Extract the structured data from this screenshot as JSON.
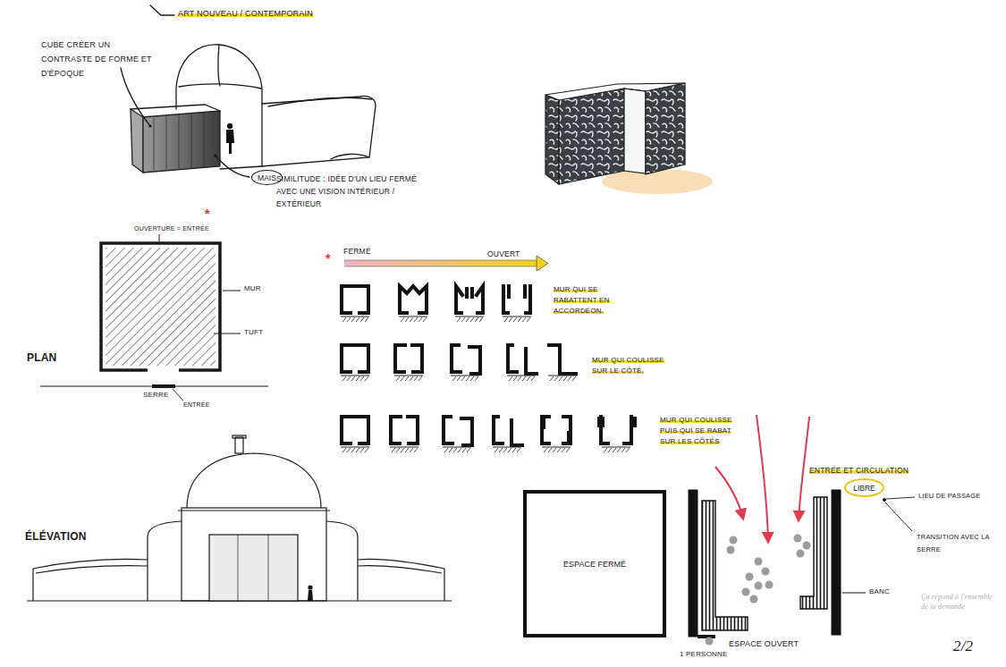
{
  "diagram": {
    "nodes": [
      {
        "text": [
          "MAIS"
        ]
      },
      {
        "text": [
          "ESPACE FERMÉ"
        ]
      },
      {
        "text": [
          "LIBRE"
        ]
      }
    ],
    "labels": [
      "ART NOUVEAU / CONTEMPORAIN",
      "CUBE CRÉER UN CONTRASTE DE FORME ET D'ÉPOQUE",
      "SIMILITUDE : IDÉE D'UN LIEU FERMÉ AVEC UNE VISION INTÉRIEUR / EXTÉRIEUR",
      "OUVERTURE = ENTRÉE",
      "*",
      "MUR",
      "TUFT",
      "PLAN",
      "SERRE",
      "ENTRÉE",
      "ÉLÉVATION",
      "*",
      "FERMÉ",
      "OUVERT",
      "MUR QUI SE RABATTENT EN ACCORDÉON.",
      "MUR QUI COULISSE SUR LE CÔTÉ.",
      "MUR QUI COULISSE PUIS QUI SE RABAT SUR LES CÔTÉS",
      "ENTRÉE ET CIRCULATION",
      "LIEU DE PASSAGE",
      "TRANSITION AVEC LA SERRE",
      "BANC",
      "ESPACE OUVERT",
      "1 PERSONNE",
      "Ça répond à l'ensemble de la demande",
      "2/2"
    ]
  }
}
